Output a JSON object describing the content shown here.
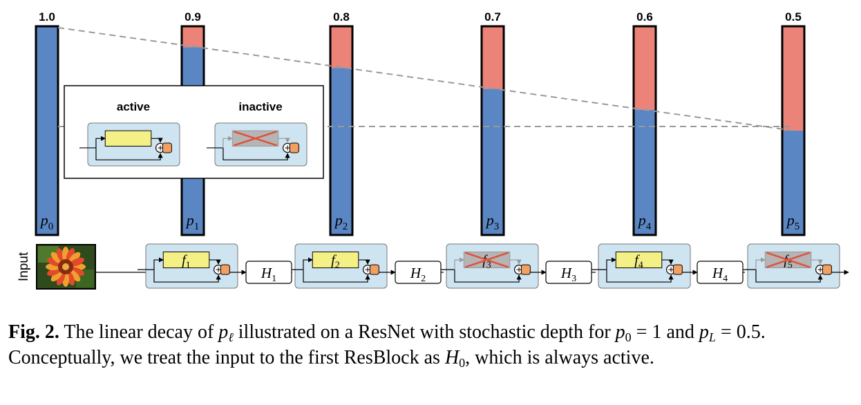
{
  "probabilities": [
    {
      "label": "1.0",
      "value": 1.0,
      "var": "p",
      "sub": "0"
    },
    {
      "label": "0.9",
      "value": 0.9,
      "var": "p",
      "sub": "1"
    },
    {
      "label": "0.8",
      "value": 0.8,
      "var": "p",
      "sub": "2"
    },
    {
      "label": "0.7",
      "value": 0.7,
      "var": "p",
      "sub": "3"
    },
    {
      "label": "0.6",
      "value": 0.6,
      "var": "p",
      "sub": "4"
    },
    {
      "label": "0.5",
      "value": 0.5,
      "var": "p",
      "sub": "5"
    }
  ],
  "legend": {
    "active_label": "active",
    "inactive_label": "inactive"
  },
  "pipeline": {
    "input_label": "Input",
    "blocks": [
      {
        "var": "f",
        "sub": "1",
        "active": true
      },
      {
        "var": "f",
        "sub": "2",
        "active": true
      },
      {
        "var": "f",
        "sub": "3",
        "active": false
      },
      {
        "var": "f",
        "sub": "4",
        "active": true
      },
      {
        "var": "f",
        "sub": "5",
        "active": false
      }
    ],
    "hidden": [
      {
        "var": "H",
        "sub": "1"
      },
      {
        "var": "H",
        "sub": "2"
      },
      {
        "var": "H",
        "sub": "3"
      },
      {
        "var": "H",
        "sub": "4"
      }
    ]
  },
  "caption": {
    "label": "Fig. 2.",
    "part1": " The linear decay of ",
    "p_var": "p",
    "p_sub": "ℓ",
    "part2": " illustrated on a ResNet with stochastic depth for ",
    "p0_var": "p",
    "p0_sub": "0",
    "p0_eq": " = 1",
    "part3": " and ",
    "pL_var": "p",
    "pL_sub": "L",
    "pL_eq": " = 0.5",
    "part4": ". Conceptually, we treat the input to the first ResBlock as ",
    "h0_var": "H",
    "h0_sub": "0",
    "part5": ", which is always active."
  },
  "colors": {
    "blue": "#5b86c4",
    "red": "#ec8378",
    "block_bg": "#cfe4f1",
    "function_yellow": "#f5f086",
    "function_gray": "#b5b5b5",
    "cross_red": "#e0503c",
    "orange_node": "#f0a060"
  }
}
